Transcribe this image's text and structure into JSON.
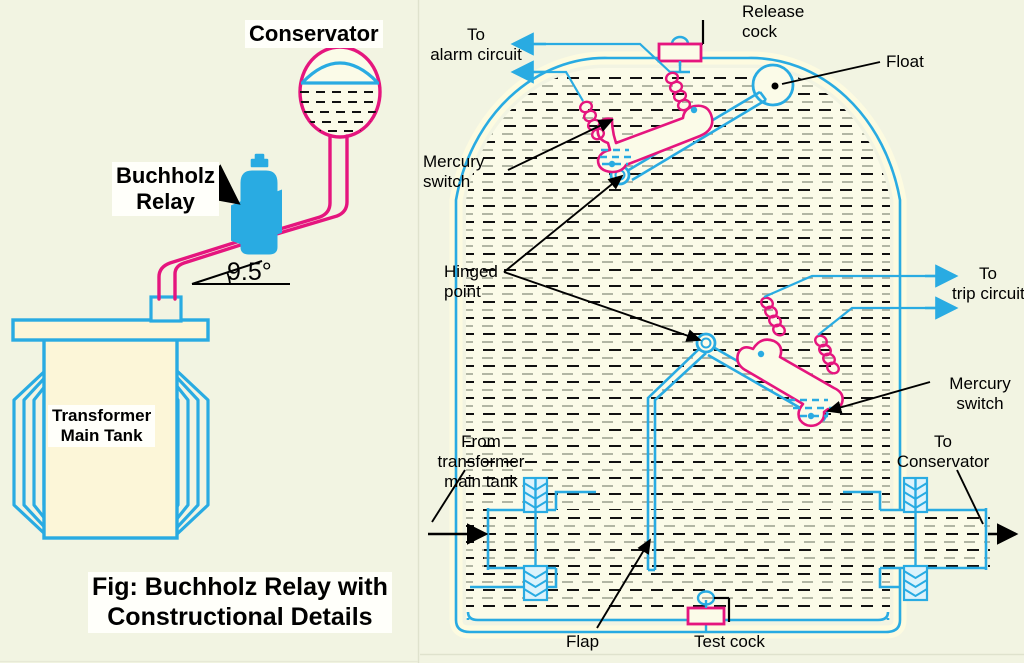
{
  "figure": {
    "caption_line1": "Fig: Buchholz Relay with",
    "caption_line2": "Constructional Details"
  },
  "colors": {
    "background": "#f2f4e2",
    "blue": "#29abe2",
    "blue_dark": "#1b9ad6",
    "magenta": "#e5157e",
    "oil_fill": "#fbfbe8",
    "tank_fill": "#fcf6d8",
    "wall_fill": "#fdfbe0",
    "label_box": "#fffffa",
    "black": "#000000"
  },
  "left_panel": {
    "conservator_label": "Conservator",
    "buchholz_label_line1": "Buchholz",
    "buchholz_label_line2": "Relay",
    "angle_label": "9.5°",
    "tank_label_line1": "Transformer",
    "tank_label_line2": "Main Tank"
  },
  "right_panel": {
    "labels": {
      "to_alarm_line1": "To",
      "to_alarm_line2": "alarm circuit",
      "release_cock_line1": "Release",
      "release_cock_line2": "cock",
      "float": "Float",
      "mercury_switch_top_line1": "Mercury",
      "mercury_switch_top_line2": "switch",
      "hinged_point_line1": "Hinged",
      "hinged_point_line2": "point",
      "to_trip_line1": "To",
      "to_trip_line2": "trip circuit",
      "mercury_switch_bottom_line1": "Mercury",
      "mercury_switch_bottom_line2": "switch",
      "from_transformer_line1": "From",
      "from_transformer_line2": "transformer",
      "from_transformer_line3": "main tank",
      "to_conservator_line1": "To",
      "to_conservator_line2": "Conservator",
      "flap": "Flap",
      "test_cock": "Test cock"
    }
  }
}
